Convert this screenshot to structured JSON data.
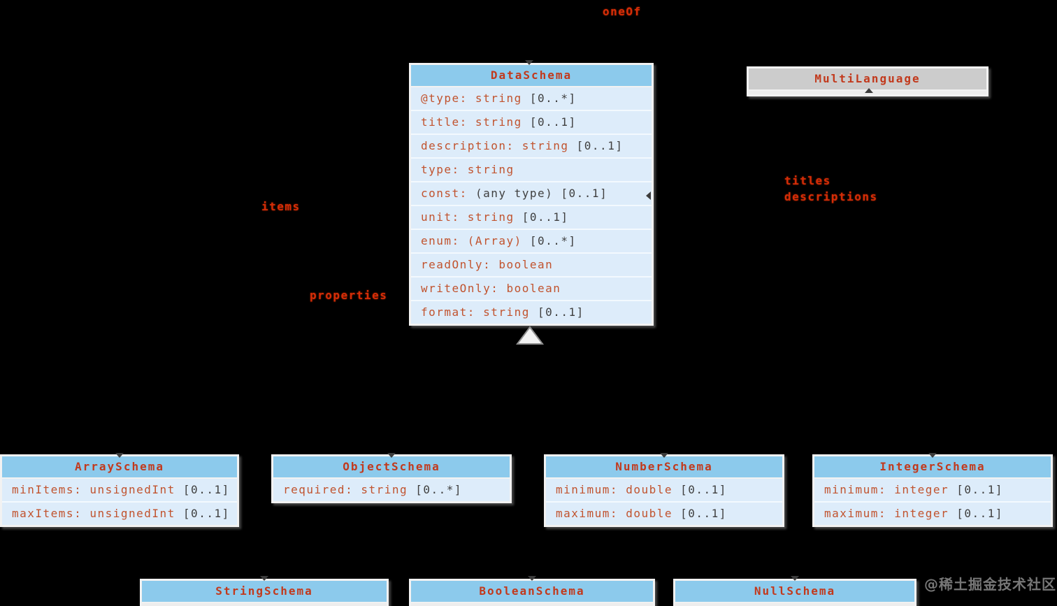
{
  "colors": {
    "background": "#000000",
    "frame": "#f2f2f2",
    "header_blue": "#8ccaec",
    "header_gray": "#cccccc",
    "row_bg": "#ddecfa",
    "row_sep": "#f3f9fe",
    "title_red": "#c2391c",
    "member_orange": "#c1532e",
    "member_dark": "#3f3f3f",
    "label_red": "#d52d07",
    "watermark_gray": "#777777"
  },
  "labels": {
    "oneOf": "oneOf",
    "items": "items",
    "properties": "properties",
    "titles": "titles",
    "descriptions": "descriptions"
  },
  "watermark": "@稀土掘金技术社区",
  "classes": [
    {
      "name": "DataSchema",
      "rows": [
        [
          {
            "t": "@type: string ",
            "c": "n"
          },
          {
            "t": "[0..*]",
            "c": "d"
          }
        ],
        [
          {
            "t": "title: string ",
            "c": "n"
          },
          {
            "t": "[0..1]",
            "c": "d"
          }
        ],
        [
          {
            "t": "description: string ",
            "c": "n"
          },
          {
            "t": "[0..1]",
            "c": "d"
          }
        ],
        [
          {
            "t": "type: string",
            "c": "n"
          }
        ],
        [
          {
            "t": "const: ",
            "c": "n"
          },
          {
            "t": "(any type) [0..1]",
            "c": "d"
          }
        ],
        [
          {
            "t": "unit: string ",
            "c": "n"
          },
          {
            "t": "[0..1]",
            "c": "d"
          }
        ],
        [
          {
            "t": "enum: (Array) ",
            "c": "n"
          },
          {
            "t": "[0..*]",
            "c": "d"
          }
        ],
        [
          {
            "t": "readOnly: boolean",
            "c": "n"
          }
        ],
        [
          {
            "t": "writeOnly: boolean",
            "c": "n"
          }
        ],
        [
          {
            "t": "format: string ",
            "c": "n"
          },
          {
            "t": "[0..1]",
            "c": "d"
          }
        ]
      ]
    },
    {
      "name": "MultiLanguage",
      "rows": []
    },
    {
      "name": "ArraySchema",
      "rows": [
        [
          {
            "t": "minItems: unsignedInt ",
            "c": "n"
          },
          {
            "t": "[0..1]",
            "c": "d"
          }
        ],
        [
          {
            "t": "maxItems: unsignedInt ",
            "c": "n"
          },
          {
            "t": "[0..1]",
            "c": "d"
          }
        ]
      ]
    },
    {
      "name": "ObjectSchema",
      "rows": [
        [
          {
            "t": "required: string ",
            "c": "n"
          },
          {
            "t": "[0..*]",
            "c": "d"
          }
        ]
      ]
    },
    {
      "name": "NumberSchema",
      "rows": [
        [
          {
            "t": "minimum: double ",
            "c": "n"
          },
          {
            "t": "[0..1]",
            "c": "d"
          }
        ],
        [
          {
            "t": "maximum: double ",
            "c": "n"
          },
          {
            "t": "[0..1]",
            "c": "d"
          }
        ]
      ]
    },
    {
      "name": "IntegerSchema",
      "rows": [
        [
          {
            "t": "minimum: integer ",
            "c": "n"
          },
          {
            "t": "[0..1]",
            "c": "d"
          }
        ],
        [
          {
            "t": "maximum: integer ",
            "c": "n"
          },
          {
            "t": "[0..1]",
            "c": "d"
          }
        ]
      ]
    },
    {
      "name": "StringSchema",
      "rows": []
    },
    {
      "name": "BooleanSchema",
      "rows": []
    },
    {
      "name": "NullSchema",
      "rows": []
    }
  ]
}
